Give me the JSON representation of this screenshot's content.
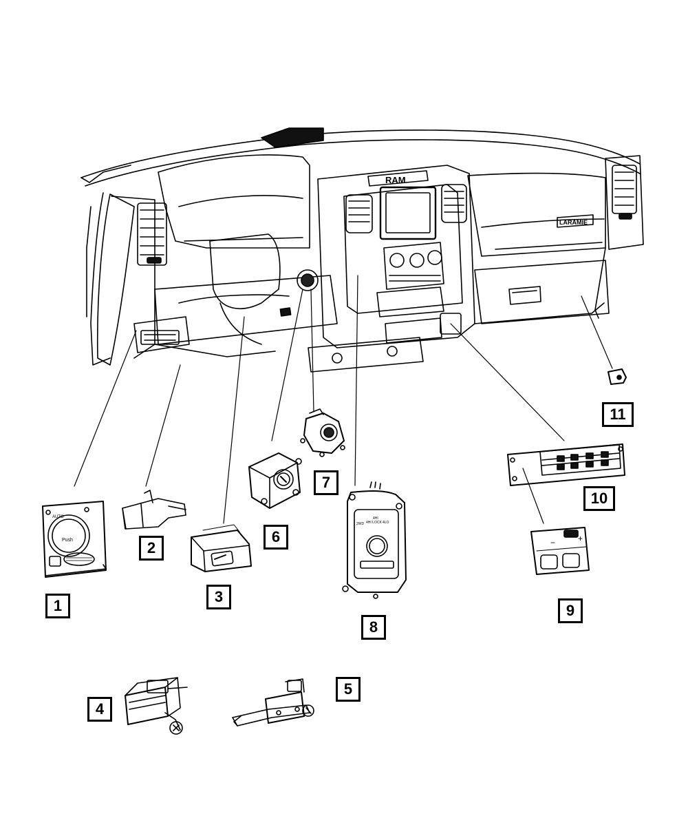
{
  "callouts": [
    {
      "id": "1",
      "label": "1"
    },
    {
      "id": "2",
      "label": "2"
    },
    {
      "id": "3",
      "label": "3"
    },
    {
      "id": "4",
      "label": "4"
    },
    {
      "id": "5",
      "label": "5"
    },
    {
      "id": "6",
      "label": "6"
    },
    {
      "id": "7",
      "label": "7"
    },
    {
      "id": "8",
      "label": "8"
    },
    {
      "id": "9",
      "label": "9"
    },
    {
      "id": "10",
      "label": "10"
    },
    {
      "id": "11",
      "label": "11"
    }
  ],
  "markings": {
    "headlamp_auto": "AUTO",
    "headlamp_push": "Push",
    "transfer_case_4hi": "4HI",
    "transfer_case_4hi_lock": "4HI LOCK",
    "transfer_case_4lo": "4LO",
    "transfer_case_2wd": "2WD",
    "brand": "RAM",
    "nameplate": "LARAMIE"
  },
  "colors": {
    "line": "#000000",
    "background": "#ffffff"
  }
}
